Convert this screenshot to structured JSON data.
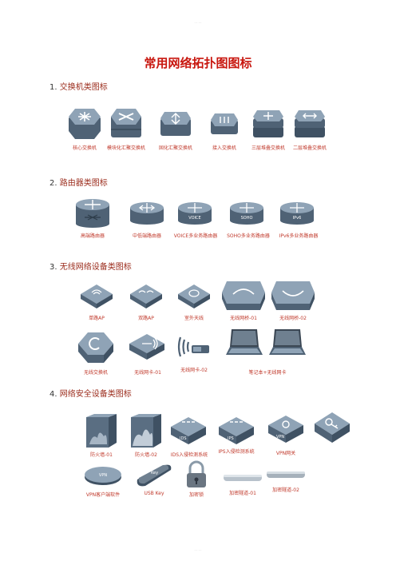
{
  "doc": {
    "header_mark": "· · · ·",
    "footer_mark": "· · · ·",
    "title": "常用网络拓扑图图标",
    "sections": [
      {
        "num": "1.",
        "title": "交换机类图标",
        "items": [
          "核心交换机",
          "模块化汇聚交换机",
          "固化汇聚交换机",
          "接入交换机",
          "三层堆叠交换机",
          "二层堆叠交换机"
        ]
      },
      {
        "num": "2.",
        "title": "路由器类图标",
        "items": [
          "高端路由器",
          "中低端路由器",
          "VOICE多业务路由器",
          "SOHO多业务路由器",
          "IPv6多业务路由器"
        ],
        "icon_texts": [
          "",
          "",
          "VOICE",
          "SOHO",
          "IPv6"
        ]
      },
      {
        "num": "3.",
        "title": "无线网络设备类图标",
        "items": [
          "单路AP",
          "双路AP",
          "室外天线",
          "无线网桥-01",
          "无线网桥-02",
          "无线交换机",
          "无线网卡-01",
          "无线网卡-02",
          "笔记本+无线网卡"
        ]
      },
      {
        "num": "4.",
        "title": "网络安全设备类图标",
        "items": [
          "防火墙-01",
          "防火墙-02",
          "IDS入侵检测系统",
          "IPS入侵检测系统",
          "VPN网关",
          "VPN客户端软件",
          "USB Key",
          "加密锁",
          "加密隧道-01",
          "加密隧道-02"
        ],
        "icon_texts": [
          "",
          "",
          "IDS",
          "IPS",
          "VPN",
          "VPN",
          "Key",
          "",
          "",
          ""
        ]
      }
    ]
  },
  "colors": {
    "title": "#c8160e",
    "section": "#9a2a1a",
    "label": "#c0392b",
    "device_top": "#7f93a6",
    "device_side": "#4f6275"
  }
}
